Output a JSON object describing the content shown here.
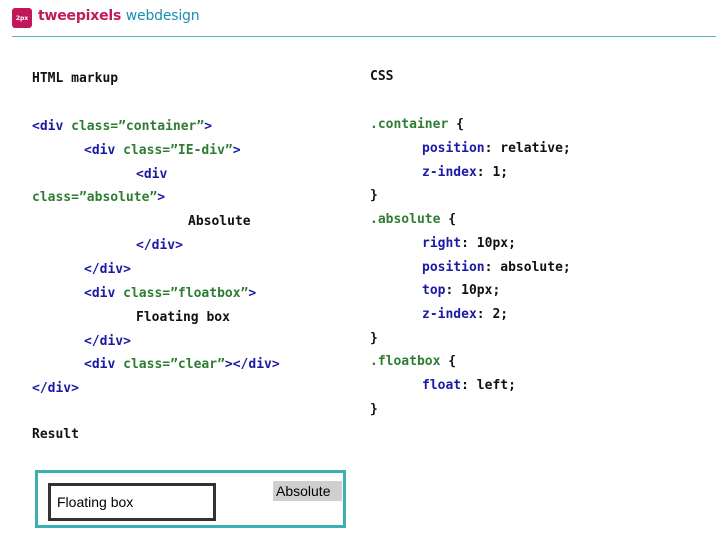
{
  "header": {
    "logo_text": "2px",
    "brand_part1": "tweepixels",
    "brand_part2": "webdesign"
  },
  "left": {
    "heading": "HTML markup",
    "lines": [
      [
        [
          "tag",
          "<div "
        ],
        [
          "attr",
          "class="
        ],
        [
          "val",
          "”container”"
        ],
        [
          "tag",
          ">"
        ]
      ],
      [
        [
          "tag",
          "<div "
        ],
        [
          "attr",
          "class="
        ],
        [
          "val",
          "”IE-div”"
        ],
        [
          "tag",
          ">"
        ]
      ],
      [
        [
          "tag",
          "<div"
        ]
      ],
      [
        [
          "attr",
          "class="
        ],
        [
          "val",
          "”absolute”"
        ],
        [
          "tag",
          ">"
        ]
      ],
      [
        [
          "plain",
          "Absolute"
        ]
      ],
      [
        [
          "tag",
          "</div>"
        ]
      ],
      [
        [
          "tag",
          "</div>"
        ]
      ],
      [
        [
          "tag",
          "<div "
        ],
        [
          "attr",
          "class="
        ],
        [
          "val",
          "”floatbox”"
        ],
        [
          "tag",
          ">"
        ]
      ],
      [
        [
          "plain",
          "Floating box"
        ]
      ],
      [
        [
          "tag",
          "</div>"
        ]
      ],
      [
        [
          "tag",
          "<div "
        ],
        [
          "attr",
          "class="
        ],
        [
          "val",
          "”clear”"
        ],
        [
          "tag",
          "></div>"
        ]
      ],
      [
        [
          "tag",
          "</div>"
        ]
      ]
    ],
    "result_heading": "Result"
  },
  "right": {
    "heading": "CSS",
    "lines": [
      [
        [
          "sel",
          ".container"
        ],
        [
          "plain",
          " {"
        ]
      ],
      [
        [
          "prop",
          "position"
        ],
        [
          "plain",
          ": relative;"
        ]
      ],
      [
        [
          "prop",
          "z-index"
        ],
        [
          "plain",
          ": 1;"
        ]
      ],
      [
        [
          "plain",
          "}"
        ]
      ],
      [
        [
          "sel",
          ".absolute"
        ],
        [
          "plain",
          " {"
        ]
      ],
      [
        [
          "prop",
          "right"
        ],
        [
          "plain",
          ": 10px;"
        ]
      ],
      [
        [
          "prop",
          "position"
        ],
        [
          "plain",
          ": absolute;"
        ]
      ],
      [
        [
          "prop",
          "top"
        ],
        [
          "plain",
          ": 10px;"
        ]
      ],
      [
        [
          "prop",
          "z-index"
        ],
        [
          "plain",
          ": 2;"
        ]
      ],
      [
        [
          "plain",
          "}"
        ]
      ],
      [
        [
          "sel",
          ".floatbox"
        ],
        [
          "plain",
          " {"
        ]
      ],
      [
        [
          "prop",
          "float"
        ],
        [
          "plain",
          ": left;"
        ]
      ],
      [
        [
          "plain",
          "}"
        ]
      ]
    ]
  },
  "result": {
    "float_label": "Floating box",
    "abs_label": "Absolute"
  },
  "colors": {
    "tag": "#1a1aa6",
    "attr": "#2e7d32",
    "accent": "#3cb0b0"
  }
}
